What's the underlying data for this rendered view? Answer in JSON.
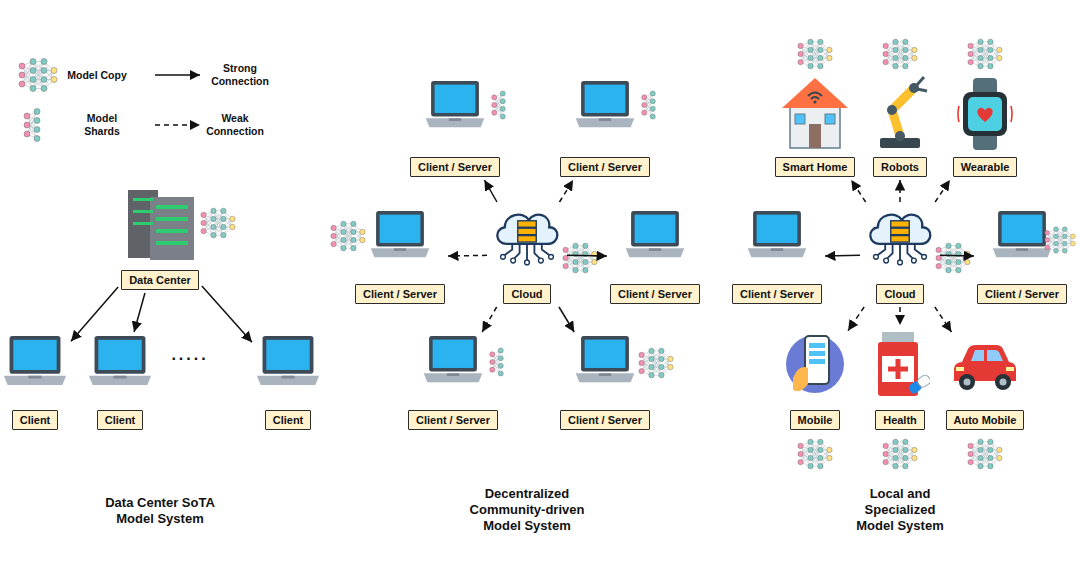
{
  "diagram": {
    "nodes": [
      {
        "text": [
          "Data Center"
        ]
      },
      {
        "text": [
          "Client"
        ]
      },
      {
        "text": [
          "Client"
        ]
      },
      {
        "text": [
          "Client"
        ]
      },
      {
        "text": [
          "Client / Server"
        ]
      },
      {
        "text": [
          "Client / Server"
        ]
      },
      {
        "text": [
          "Client / Server"
        ]
      },
      {
        "text": [
          "Cloud"
        ]
      },
      {
        "text": [
          "Client / Server"
        ]
      },
      {
        "text": [
          "Client / Server"
        ]
      },
      {
        "text": [
          "Client / Server"
        ]
      },
      {
        "text": [
          "Smart Home"
        ]
      },
      {
        "text": [
          "Robots"
        ]
      },
      {
        "text": [
          "Wearable"
        ]
      },
      {
        "text": [
          "Client / Server"
        ]
      },
      {
        "text": [
          "Cloud"
        ]
      },
      {
        "text": [
          "Client / Server"
        ]
      },
      {
        "text": [
          "Mobile"
        ]
      },
      {
        "text": [
          "Health"
        ]
      },
      {
        "text": [
          "Auto Mobile"
        ]
      }
    ],
    "edges": [
      {
        "from": 0,
        "to": 1,
        "arrow": "to"
      },
      {
        "from": 0,
        "to": 2,
        "arrow": "to"
      },
      {
        "from": 0,
        "to": 3,
        "arrow": "to"
      },
      {
        "from": 7,
        "to": 4,
        "arrow": "to"
      },
      {
        "from": 7,
        "to": 5,
        "arrow": "to"
      },
      {
        "from": 7,
        "to": 6,
        "arrow": "to"
      },
      {
        "from": 7,
        "to": 8,
        "arrow": "to"
      },
      {
        "from": 7,
        "to": 9,
        "arrow": "to"
      },
      {
        "from": 7,
        "to": 10,
        "arrow": "to"
      },
      {
        "from": 15,
        "to": 11,
        "arrow": "to"
      },
      {
        "from": 15,
        "to": 12,
        "arrow": "to"
      },
      {
        "from": 15,
        "to": 13,
        "arrow": "to"
      },
      {
        "from": 15,
        "to": 14,
        "arrow": "to"
      },
      {
        "from": 15,
        "to": 16,
        "arrow": "to"
      },
      {
        "from": 15,
        "to": 17,
        "arrow": "to"
      },
      {
        "from": 15,
        "to": 18,
        "arrow": "to"
      },
      {
        "from": 15,
        "to": 19,
        "arrow": "to"
      }
    ],
    "labels": [
      ".....",
      "Data Center SoTA Model System",
      "Decentralized Community-driven Model System",
      "Local and Specialized Model System"
    ],
    "legend": [
      {
        "text": "Model Copy"
      },
      {
        "text": "Strong Connection"
      },
      {
        "text": "Model Shards"
      },
      {
        "text": "Weak Connection"
      }
    ]
  }
}
